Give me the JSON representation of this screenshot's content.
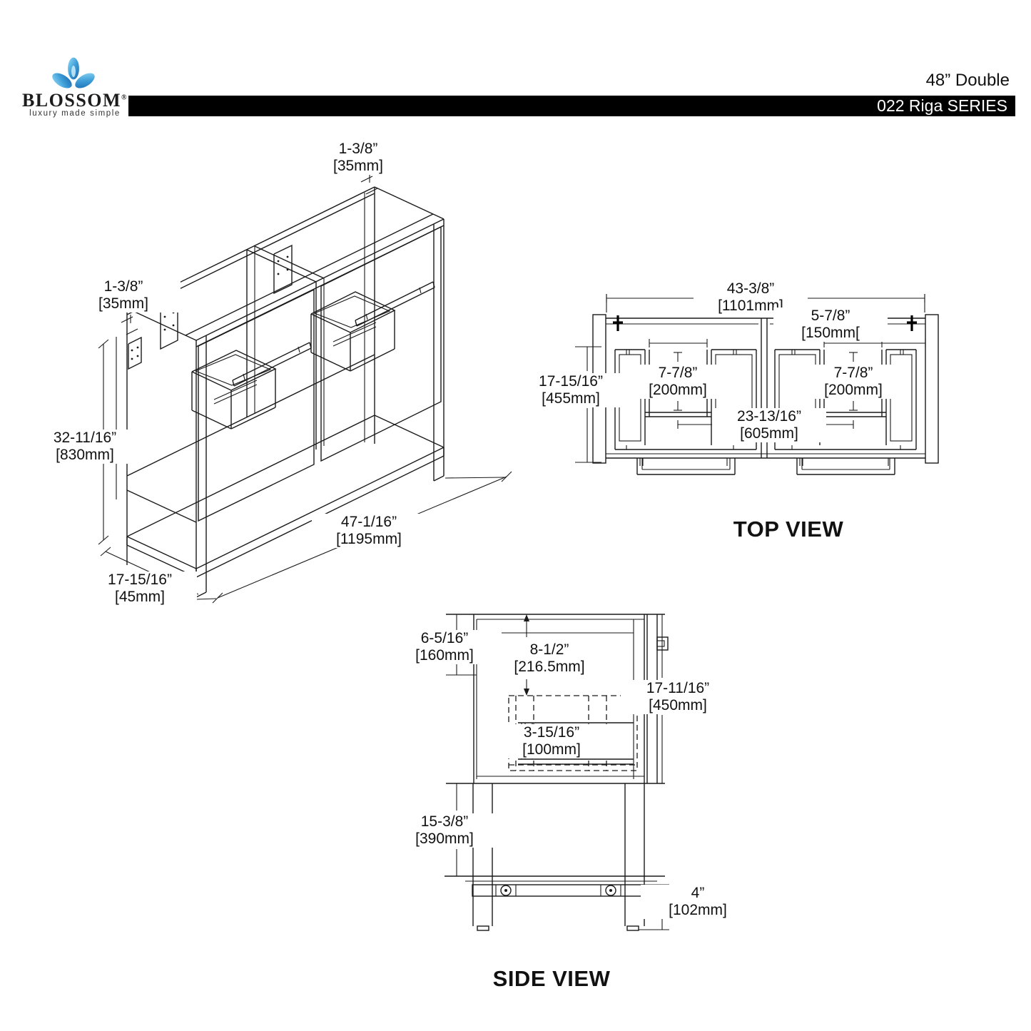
{
  "header": {
    "brand": "BLOSSOM",
    "brand_reg": "®",
    "tagline": "luxury made simple",
    "product_title": "48” Double",
    "series": "022 Riga SERIES",
    "bar_color": "#000000",
    "logo_blue_light": "#8fd8f8",
    "logo_blue_dark": "#1565ad"
  },
  "views": {
    "isometric": {
      "dims": {
        "top_thickness_in": "1-3/8”",
        "top_thickness_mm": "[35mm]",
        "left_thickness_in": "1-3/8”",
        "left_thickness_mm": "[35mm]",
        "height_in": "32-11/16”",
        "height_mm": "[830mm]",
        "depth_in": "17-15/16”",
        "depth_mm": "[45mm]",
        "width_in": "47-1/16”",
        "width_mm": "[1195mm]"
      }
    },
    "top": {
      "label": "TOP VIEW",
      "dims": {
        "overall_width_in": "43-3/8”",
        "overall_width_mm": "[1101mm]",
        "side_offset_in": "5-7/8”",
        "side_offset_mm": "[150mm[",
        "depth_in": "17-15/16”",
        "depth_mm": "[455mm]",
        "left_cutout_in": "7-7/8”",
        "left_cutout_mm": "[200mm]",
        "right_cutout_in": "7-7/8”",
        "right_cutout_mm": "[200mm]",
        "center_span_in": "23-13/16”",
        "center_span_mm": "[605mm]"
      }
    },
    "side": {
      "label": "SIDE VIEW",
      "dims": {
        "bracket_drop_in": "6-5/16”",
        "bracket_drop_mm": "[160mm]",
        "top_to_box_in": "8-1/2”",
        "top_to_box_mm": "[216.5mm]",
        "body_height_in": "17-11/16”",
        "body_height_mm": "[450mm]",
        "shelf_gap_in": "3-15/16”",
        "shelf_gap_mm": "[100mm]",
        "leg_section_in": "15-3/8”",
        "leg_section_mm": "[390mm]",
        "base_height_in": "4”",
        "base_height_mm": "[102mm]"
      }
    }
  }
}
